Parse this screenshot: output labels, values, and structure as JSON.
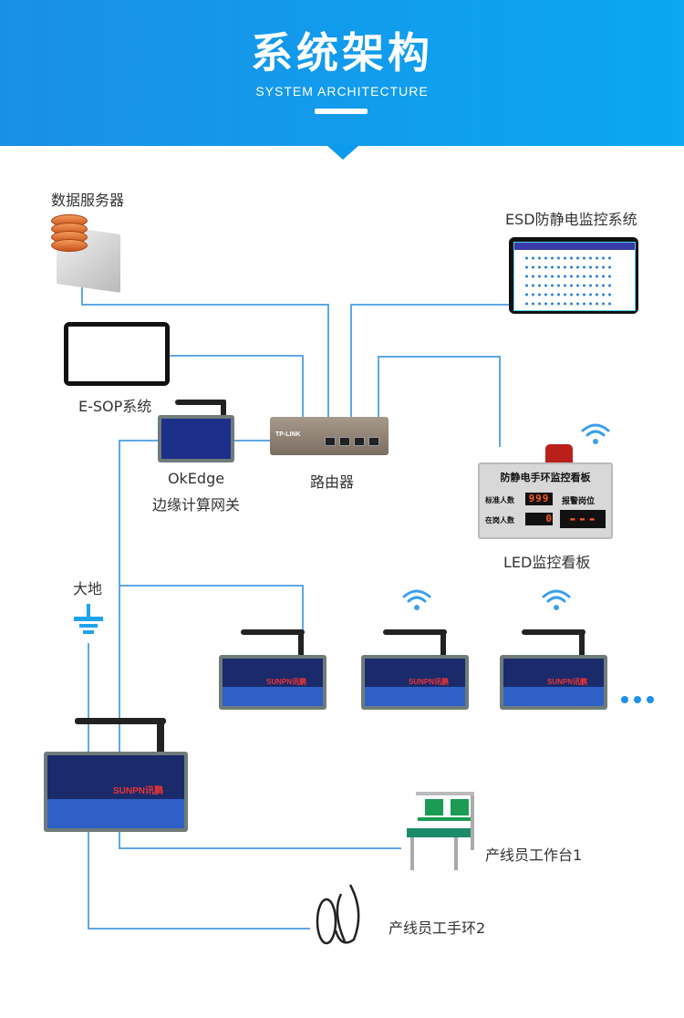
{
  "header": {
    "title": "系统架构",
    "subtitle": "SYSTEM ARCHITECTURE"
  },
  "nodes": {
    "data_server": {
      "label": "数据服务器",
      "icon": "database-server-icon"
    },
    "esd_system": {
      "label": "ESD防静电监控系统",
      "icon": "monitor-tablet-icon"
    },
    "esop_system": {
      "label": "E-SOP系统",
      "icon": "document-tablet-icon"
    },
    "edge_gateway": {
      "label_line1": "OkEdge",
      "label_line2": "边缘计算网关",
      "icon": "gateway-device-icon"
    },
    "router": {
      "label": "路由器",
      "icon": "router-icon",
      "brand": "TP-LINK"
    },
    "led_board": {
      "label": "LED监控看板",
      "panel_title": "防静电手环监控看板",
      "rows": [
        {
          "label": "标准人数",
          "value": "999"
        },
        {
          "label": "在岗人数",
          "value": "0"
        }
      ],
      "alarm_label": "报警岗位",
      "alarm_value": "---"
    },
    "ground": {
      "label": "大地",
      "icon": "ground-icon"
    },
    "monitor_devices": {
      "brand": "SUNPN讯鹏",
      "count_visible": 4,
      "more_icon": "ellipsis-icon"
    },
    "workbench": {
      "label": "产线员工作台1",
      "icon": "workbench-icon"
    },
    "wrist_strap": {
      "label": "产线员工手环2",
      "icon": "wrist-strap-icon"
    }
  },
  "colors": {
    "header_start": "#1a8fe6",
    "header_end": "#0aa7f2",
    "connector_line": "#5fa8e6",
    "wifi": "#3aa0ee",
    "ground": "#1ea3ee"
  }
}
